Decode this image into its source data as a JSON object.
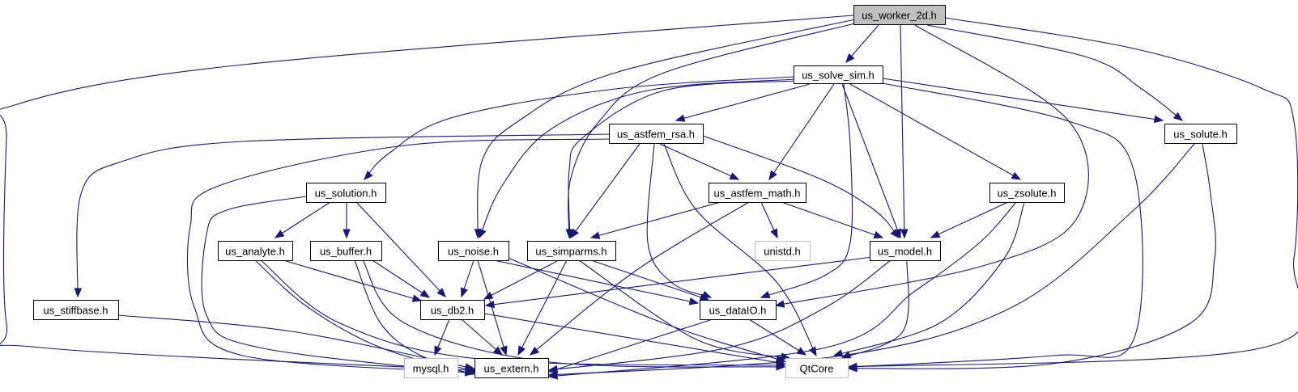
{
  "diagram": {
    "title": "",
    "nodes": [
      {
        "id": "us_worker_2d",
        "label": "us_worker_2d.h",
        "style": "root"
      },
      {
        "id": "us_solve_sim",
        "label": "us_solve_sim.h",
        "style": "normal"
      },
      {
        "id": "us_astfem_rsa",
        "label": "us_astfem_rsa.h",
        "style": "normal"
      },
      {
        "id": "us_solute",
        "label": "us_solute.h",
        "style": "normal"
      },
      {
        "id": "us_solution",
        "label": "us_solution.h",
        "style": "normal"
      },
      {
        "id": "us_astfem_math",
        "label": "us_astfem_math.h",
        "style": "normal"
      },
      {
        "id": "us_zsolute",
        "label": "us_zsolute.h",
        "style": "normal"
      },
      {
        "id": "us_analyte",
        "label": "us_analyte.h",
        "style": "normal"
      },
      {
        "id": "us_buffer",
        "label": "us_buffer.h",
        "style": "normal"
      },
      {
        "id": "us_noise",
        "label": "us_noise.h",
        "style": "normal"
      },
      {
        "id": "us_simparms",
        "label": "us_simparms.h",
        "style": "normal"
      },
      {
        "id": "unistd",
        "label": "unistd.h",
        "style": "external"
      },
      {
        "id": "us_model",
        "label": "us_model.h",
        "style": "normal"
      },
      {
        "id": "us_stiffbase",
        "label": "us_stiffbase.h",
        "style": "normal"
      },
      {
        "id": "us_db2",
        "label": "us_db2.h",
        "style": "normal"
      },
      {
        "id": "us_dataIO",
        "label": "us_dataIO.h",
        "style": "normal"
      },
      {
        "id": "mysql",
        "label": "mysql.h",
        "style": "external"
      },
      {
        "id": "us_extern",
        "label": "us_extern.h",
        "style": "normal"
      },
      {
        "id": "QtCore",
        "label": "QtCore",
        "style": "external"
      }
    ],
    "edges": [
      [
        "us_worker_2d",
        "us_solve_sim"
      ],
      [
        "us_worker_2d",
        "us_extern"
      ],
      [
        "us_worker_2d",
        "us_noise"
      ],
      [
        "us_worker_2d",
        "us_simparms"
      ],
      [
        "us_worker_2d",
        "us_model"
      ],
      [
        "us_worker_2d",
        "us_solute"
      ],
      [
        "us_worker_2d",
        "us_dataIO"
      ],
      [
        "us_worker_2d",
        "QtCore"
      ],
      [
        "us_solve_sim",
        "us_astfem_rsa"
      ],
      [
        "us_solve_sim",
        "us_solution"
      ],
      [
        "us_solve_sim",
        "us_noise"
      ],
      [
        "us_solve_sim",
        "us_simparms"
      ],
      [
        "us_solve_sim",
        "us_astfem_math"
      ],
      [
        "us_solve_sim",
        "us_model"
      ],
      [
        "us_solve_sim",
        "us_dataIO"
      ],
      [
        "us_solve_sim",
        "us_zsolute"
      ],
      [
        "us_solve_sim",
        "us_solute"
      ],
      [
        "us_solve_sim",
        "QtCore"
      ],
      [
        "us_astfem_rsa",
        "us_stiffbase"
      ],
      [
        "us_astfem_rsa",
        "us_astfem_math"
      ],
      [
        "us_astfem_rsa",
        "us_simparms"
      ],
      [
        "us_astfem_rsa",
        "us_model"
      ],
      [
        "us_astfem_rsa",
        "us_dataIO"
      ],
      [
        "us_astfem_rsa",
        "us_extern"
      ],
      [
        "us_astfem_rsa",
        "QtCore"
      ],
      [
        "us_solute",
        "us_extern"
      ],
      [
        "us_solute",
        "QtCore"
      ],
      [
        "us_solution",
        "us_analyte"
      ],
      [
        "us_solution",
        "us_buffer"
      ],
      [
        "us_solution",
        "us_db2"
      ],
      [
        "us_solution",
        "us_extern"
      ],
      [
        "us_astfem_math",
        "unistd"
      ],
      [
        "us_astfem_math",
        "us_simparms"
      ],
      [
        "us_astfem_math",
        "us_model"
      ],
      [
        "us_astfem_math",
        "us_extern"
      ],
      [
        "us_zsolute",
        "us_model"
      ],
      [
        "us_zsolute",
        "us_extern"
      ],
      [
        "us_zsolute",
        "QtCore"
      ],
      [
        "us_analyte",
        "us_db2"
      ],
      [
        "us_analyte",
        "us_extern"
      ],
      [
        "us_analyte",
        "QtCore"
      ],
      [
        "us_buffer",
        "us_db2"
      ],
      [
        "us_buffer",
        "us_extern"
      ],
      [
        "us_buffer",
        "QtCore"
      ],
      [
        "us_noise",
        "us_db2"
      ],
      [
        "us_noise",
        "us_dataIO"
      ],
      [
        "us_noise",
        "us_extern"
      ],
      [
        "us_noise",
        "QtCore"
      ],
      [
        "us_simparms",
        "us_db2"
      ],
      [
        "us_simparms",
        "us_dataIO"
      ],
      [
        "us_simparms",
        "us_extern"
      ],
      [
        "us_simparms",
        "QtCore"
      ],
      [
        "us_model",
        "us_db2"
      ],
      [
        "us_model",
        "us_extern"
      ],
      [
        "us_model",
        "QtCore"
      ],
      [
        "us_stiffbase",
        "us_extern"
      ],
      [
        "us_db2",
        "mysql"
      ],
      [
        "us_db2",
        "us_extern"
      ],
      [
        "us_db2",
        "QtCore"
      ],
      [
        "us_dataIO",
        "us_extern"
      ],
      [
        "us_dataIO",
        "QtCore"
      ]
    ],
    "colors": {
      "edge": "#191970",
      "node_border": "#000000",
      "external_border": "#bfbfbf",
      "root_fill": "#bfbfbf",
      "node_fill": "#ffffff"
    }
  }
}
